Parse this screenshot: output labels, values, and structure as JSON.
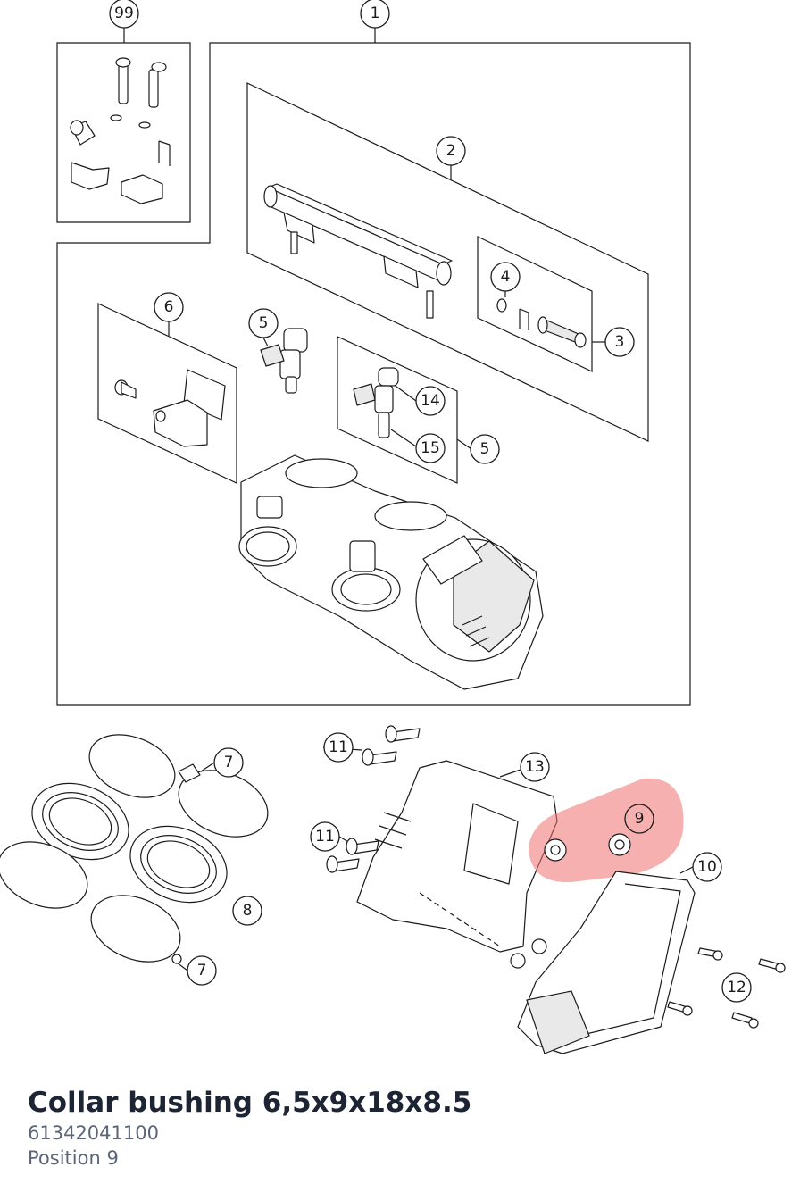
{
  "diagram": {
    "callouts": [
      {
        "id": "c-99",
        "label": "99"
      },
      {
        "id": "c-1",
        "label": "1"
      },
      {
        "id": "c-2",
        "label": "2"
      },
      {
        "id": "c-4",
        "label": "4"
      },
      {
        "id": "c-3",
        "label": "3"
      },
      {
        "id": "c-6",
        "label": "6"
      },
      {
        "id": "c-5a",
        "label": "5"
      },
      {
        "id": "c-14",
        "label": "14"
      },
      {
        "id": "c-15",
        "label": "15"
      },
      {
        "id": "c-5b",
        "label": "5"
      },
      {
        "id": "c-7a",
        "label": "7"
      },
      {
        "id": "c-8",
        "label": "8"
      },
      {
        "id": "c-7b",
        "label": "7"
      },
      {
        "id": "c-11a",
        "label": "11"
      },
      {
        "id": "c-11b",
        "label": "11"
      },
      {
        "id": "c-13",
        "label": "13"
      },
      {
        "id": "c-9",
        "label": "9"
      },
      {
        "id": "c-10",
        "label": "10"
      },
      {
        "id": "c-12",
        "label": "12"
      }
    ],
    "highlight_color": "#f07070"
  },
  "part": {
    "title": "Collar bushing 6,5x9x18x8.5",
    "number": "61342041100",
    "position": "Position 9"
  }
}
